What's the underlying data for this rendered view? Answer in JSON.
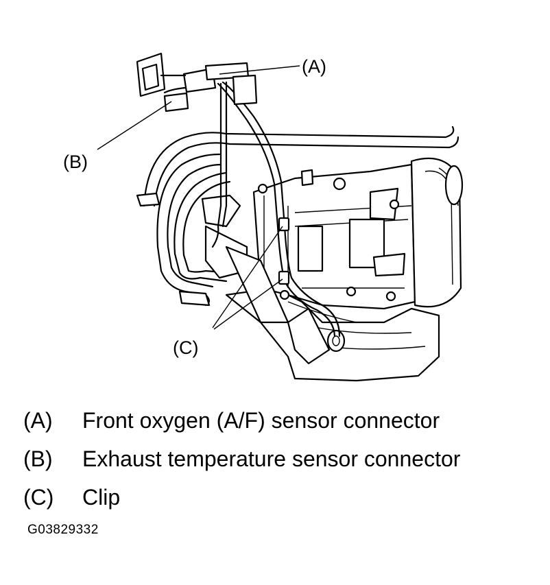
{
  "callouts": {
    "a": "(A)",
    "b": "(B)",
    "c": "(C)"
  },
  "legend": [
    {
      "key": "(A)",
      "text": "Front oxygen (A/F) sensor connector"
    },
    {
      "key": "(B)",
      "text": "Exhaust temperature sensor connector"
    },
    {
      "key": "(C)",
      "text": "Clip"
    }
  ],
  "figure_code": "G03829332"
}
